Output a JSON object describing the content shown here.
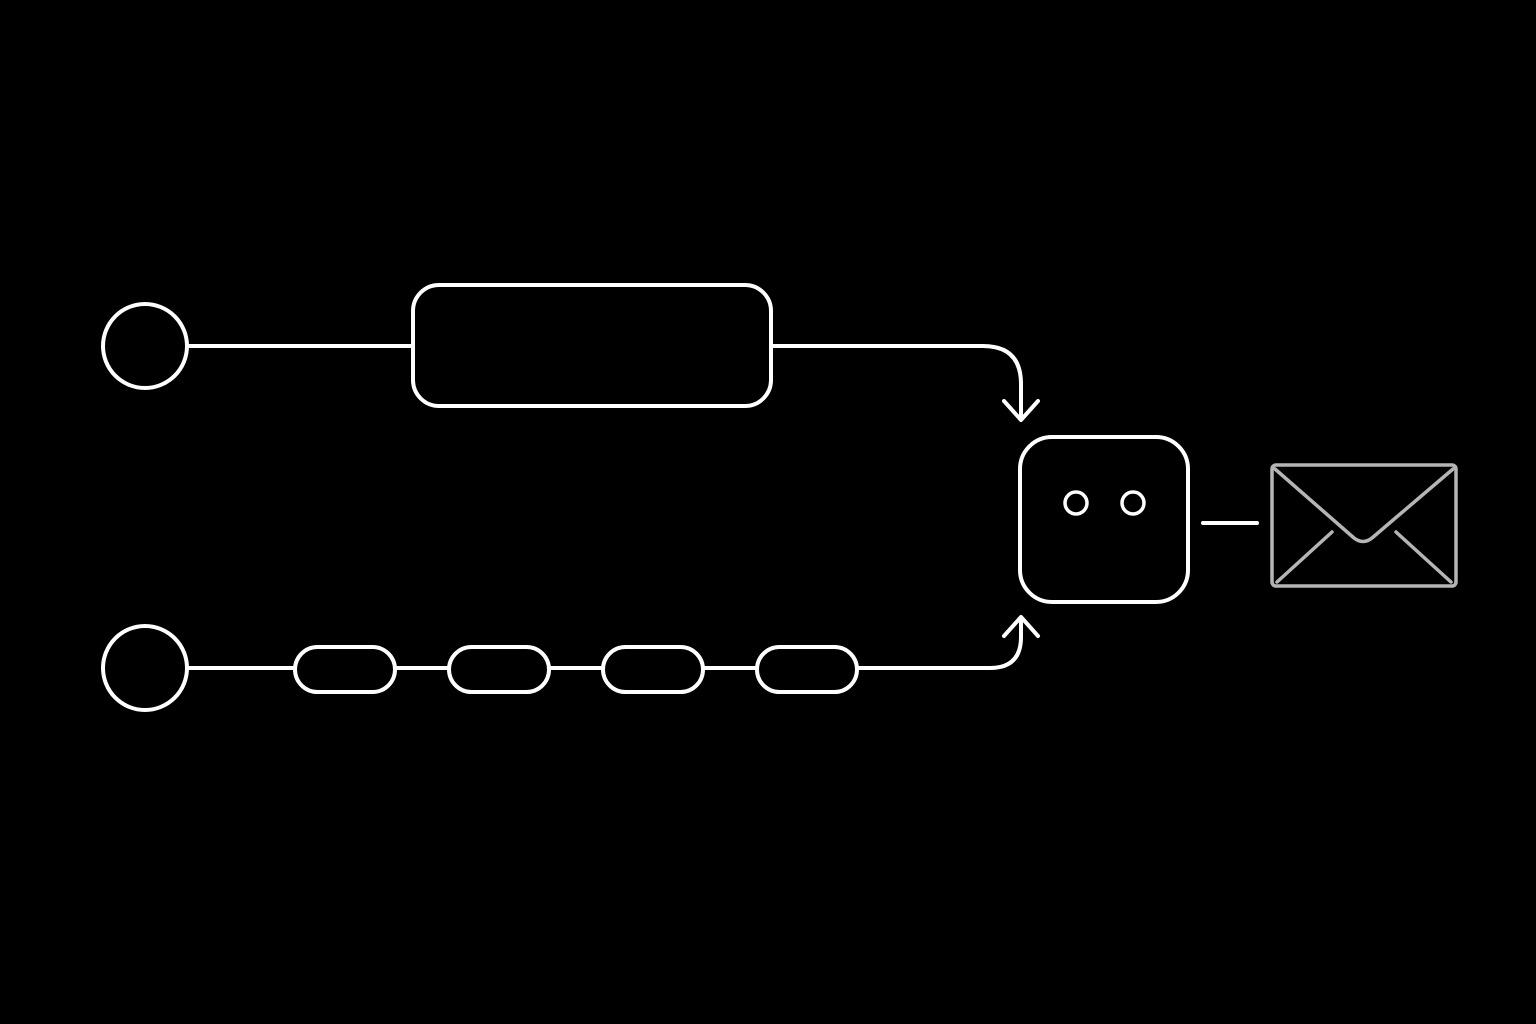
{
  "diagram": {
    "background": "#000000",
    "line_color": "#ffffff",
    "envelope_color": "#b5b5b5",
    "top_flow": {
      "start": "circle-node",
      "steps": [
        "wide-rounded-box"
      ],
      "merges_into": "bot-node"
    },
    "bottom_flow": {
      "start": "circle-node",
      "steps": [
        "pill-node",
        "pill-node",
        "pill-node",
        "pill-node"
      ],
      "merges_into": "bot-node"
    },
    "bot_node": {
      "icon": "robot-face-icon"
    },
    "output": {
      "icon": "envelope-icon"
    }
  }
}
